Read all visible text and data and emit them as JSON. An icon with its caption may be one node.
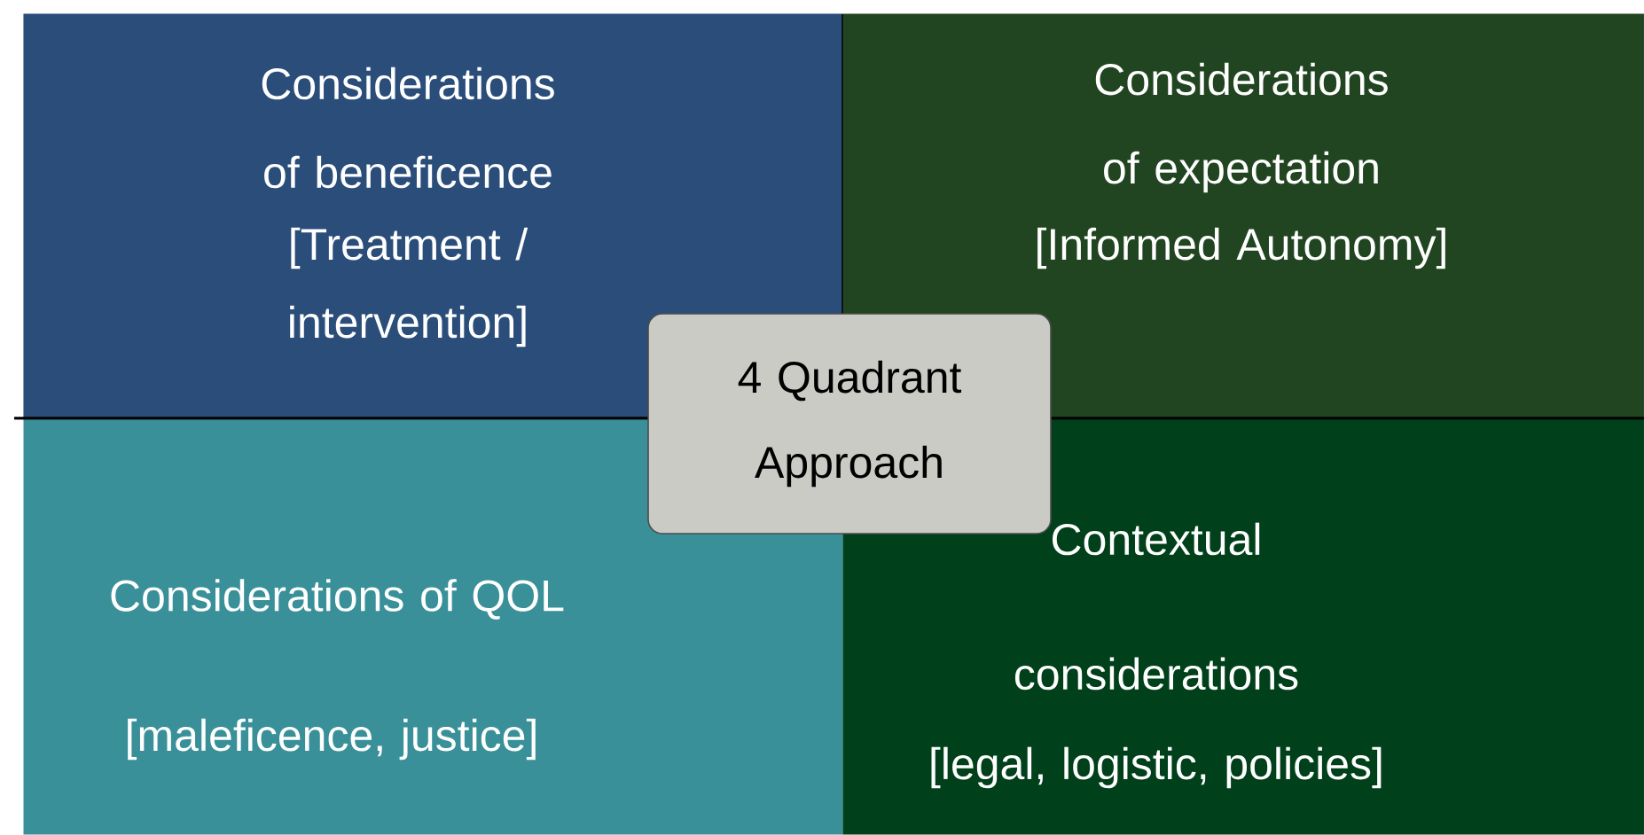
{
  "diagram": {
    "nodes": [
      {
        "text": [
          "Considerations of beneficence",
          "[Treatment / intervention]"
        ]
      },
      {
        "text": [
          "Considerations of expectation",
          "[Informed Autonomy]"
        ]
      },
      {
        "text": [
          "Considerations of QOL",
          "[maleficence, justice]"
        ]
      },
      {
        "text": [
          "Contextual considerations",
          "[legal, logistic, policies]"
        ]
      },
      {
        "text": [
          "4 Quadrant Approach"
        ]
      }
    ]
  }
}
